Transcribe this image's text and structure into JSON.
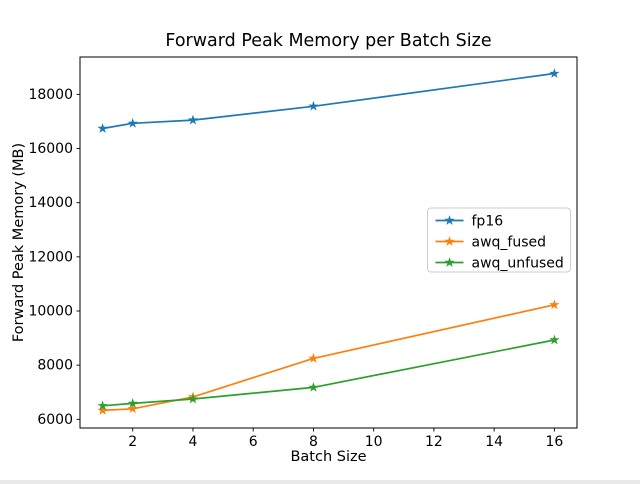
{
  "window": {
    "background": "#ffffff"
  },
  "chart_data": {
    "type": "line",
    "title": "Forward Peak Memory per Batch Size",
    "xlabel": "Batch Size",
    "ylabel": "Forward Peak Memory (MB)",
    "x": [
      1,
      2,
      4,
      8,
      16
    ],
    "series": [
      {
        "name": "fp16",
        "color": "#1f77b4",
        "marker": "star",
        "values": [
          16740,
          16930,
          17050,
          17560,
          18770
        ]
      },
      {
        "name": "awq_fused",
        "color": "#ff7f0e",
        "marker": "star",
        "values": [
          6330,
          6390,
          6830,
          8250,
          10230
        ]
      },
      {
        "name": "awq_unfused",
        "color": "#2ca02c",
        "marker": "star",
        "values": [
          6500,
          6590,
          6750,
          7180,
          8930
        ]
      }
    ],
    "xticks": [
      2,
      4,
      6,
      8,
      10,
      12,
      14,
      16
    ],
    "yticks": [
      6000,
      8000,
      10000,
      12000,
      14000,
      16000,
      18000
    ],
    "xlim": [
      0.25,
      16.75
    ],
    "ylim": [
      5680,
      19380
    ],
    "grid": false,
    "legend": {
      "position": "center-right",
      "entries": [
        "fp16",
        "awq_fused",
        "awq_unfused"
      ],
      "border_color": "#cccccc",
      "background": "#ffffff"
    },
    "axis_color": "#000000",
    "text_color": "#000000"
  }
}
